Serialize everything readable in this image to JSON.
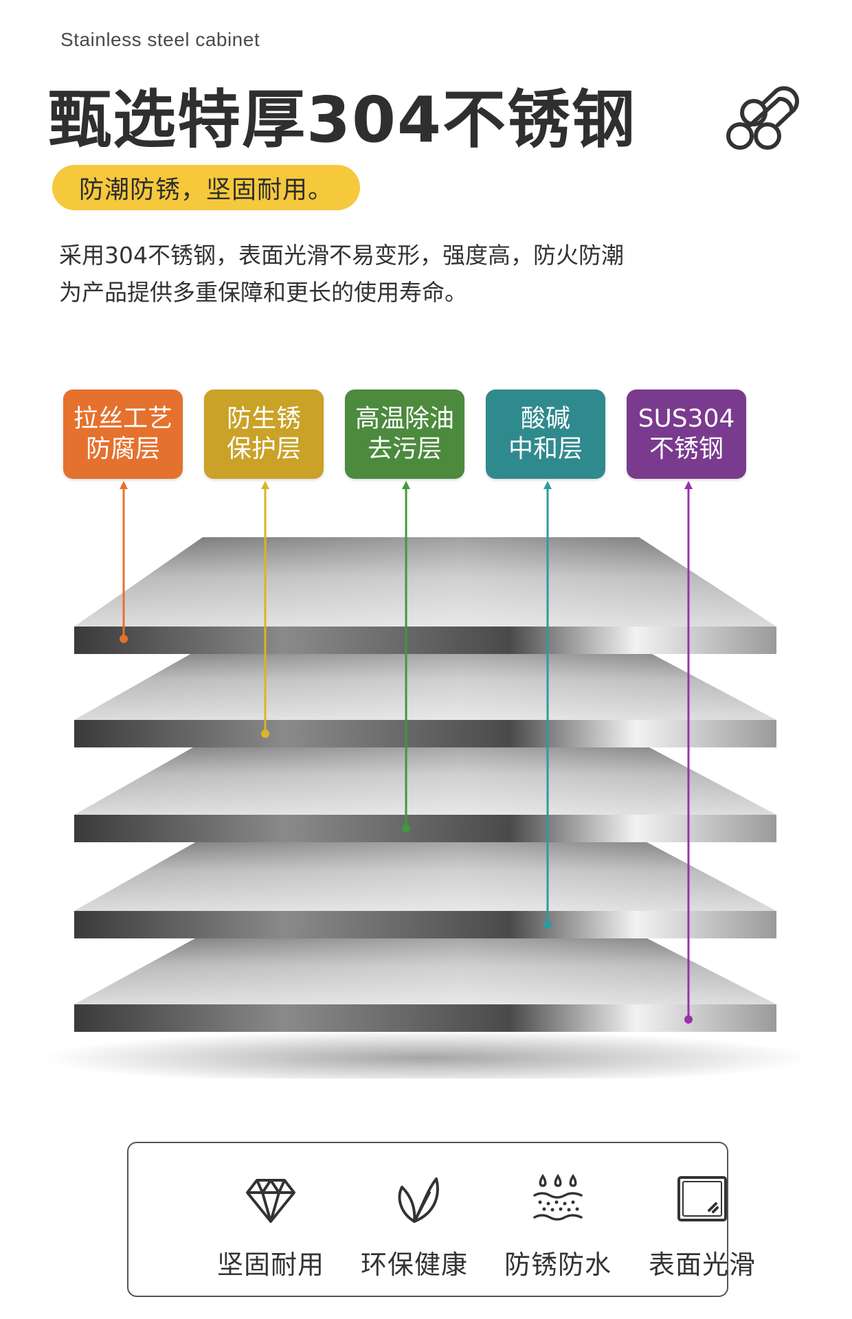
{
  "header": {
    "subtitle_en": "Stainless steel cabinet",
    "title": "甄选特厚304不锈钢",
    "title_icon": "steel-pipes-icon",
    "tagline": "防潮防锈，坚固耐用。"
  },
  "description": {
    "line1": "采用304不锈钢，表面光滑不易变形，强度高，防火防潮",
    "line2": "为产品提供多重保障和更长的使用寿命。"
  },
  "layers": [
    {
      "line1": "拉丝工艺",
      "line2": "防腐层",
      "color": "#e5712e"
    },
    {
      "line1": "防生锈",
      "line2": "保护层",
      "color": "#c9a227"
    },
    {
      "line1": "高温除油",
      "line2": "去污层",
      "color": "#4c8a3e"
    },
    {
      "line1": "酸碱",
      "line2": "中和层",
      "color": "#2f8a8e"
    },
    {
      "line1": "SUS304",
      "line2": "不锈钢",
      "color": "#7a3a8e"
    }
  ],
  "features": [
    {
      "label": "坚固耐用",
      "icon": "diamond-icon"
    },
    {
      "label": "环保健康",
      "icon": "leaf-icon"
    },
    {
      "label": "防锈防水",
      "icon": "water-drops-icon"
    },
    {
      "label": "表面光滑",
      "icon": "smooth-surface-icon"
    }
  ]
}
